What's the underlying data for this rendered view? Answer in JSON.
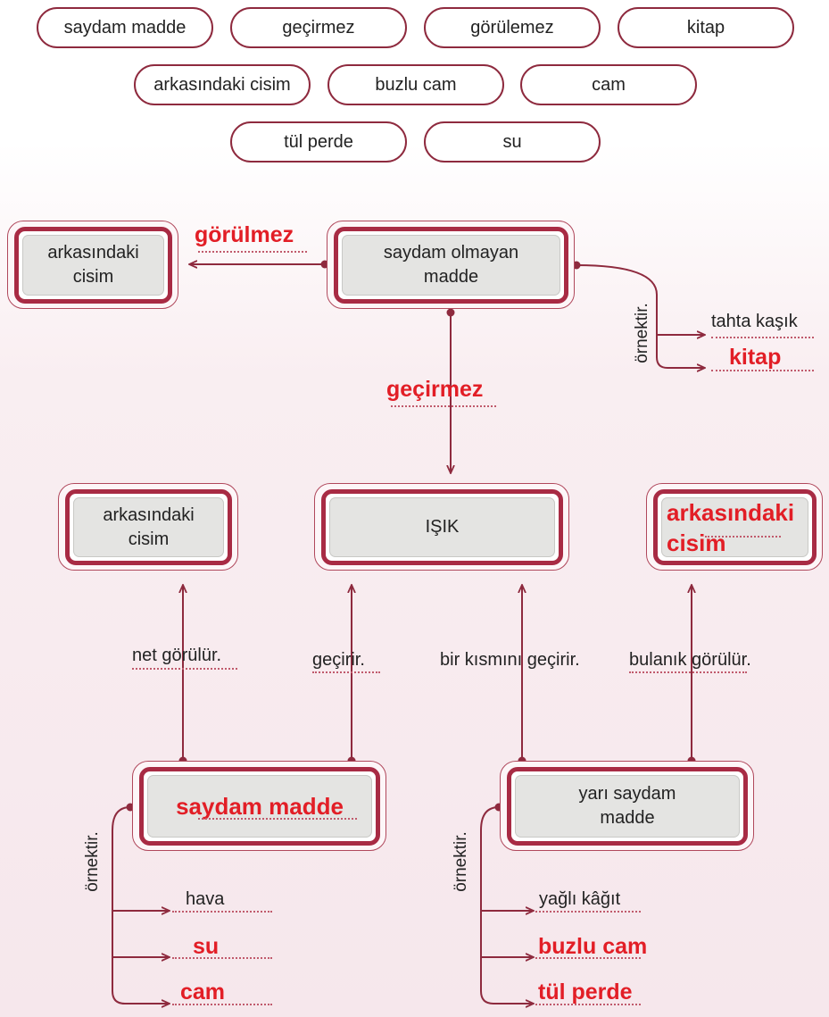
{
  "word_bank": [
    "saydam madde",
    "geçirmez",
    "görülemez",
    "kitap",
    "arkasındaki cisim",
    "buzlu cam",
    "cam",
    "tül perde",
    "su"
  ],
  "boxes": {
    "top_left": "arkasındaki\ncisim",
    "opaque": "saydam olmayan\nmadde",
    "mid_left": "arkasındaki\ncisim",
    "light": "IŞIK",
    "mid_right": "arkasındaki\ncisim",
    "transparent": "saydam madde",
    "translucent": "yarı saydam\nmadde"
  },
  "labels": {
    "gorulmez": "görülmez",
    "gecirmez": "geçirmez",
    "ornektir": "örnektir.",
    "net_gorulur": "net görülür.",
    "gecirir": "geçirir.",
    "bir_kismini": "bir kısmını geçirir.",
    "bulanik": "bulanık görülür."
  },
  "examples": {
    "opaque": [
      "tahta kaşık",
      "kitap"
    ],
    "transparent": [
      "hava",
      "su",
      "cam"
    ],
    "translucent": [
      "yağlı kâğıt",
      "buzlu cam",
      "tül perde"
    ]
  },
  "colors": {
    "accent": "#a82b44",
    "answer": "#e21e26",
    "line": "#8e2a3e"
  }
}
